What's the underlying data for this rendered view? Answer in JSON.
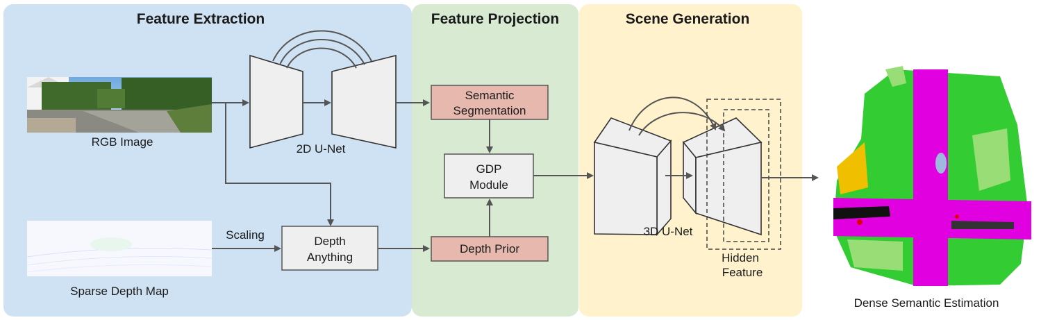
{
  "sections": {
    "feature_extraction": {
      "title": "Feature Extraction",
      "color": "#cfe2f3"
    },
    "feature_projection": {
      "title": "Feature Projection",
      "color": "#d9ead3"
    },
    "scene_generation": {
      "title": "Scene Generation",
      "color": "#fff2cc"
    }
  },
  "inputs": {
    "rgb_image": "RGB Image",
    "sparse_depth_map": "Sparse Depth Map"
  },
  "nodes": {
    "unet2d": "2D U-Net",
    "depth_anything": [
      "Depth",
      "Anything"
    ],
    "semantic_segmentation": [
      "Semantic",
      "Segmentation"
    ],
    "gdp_module": [
      "GDP",
      "Module"
    ],
    "depth_prior": "Depth Prior",
    "unet3d": "3D U-Net",
    "hidden_feature": [
      "Hidden",
      "Feature"
    ]
  },
  "edge_labels": {
    "scaling": "Scaling"
  },
  "output": {
    "label": "Dense Semantic Estimation"
  },
  "colors": {
    "highlight_box": "#e6b8ae",
    "plain_box": "#efefef",
    "road": "#e000e0",
    "vegetation": "#33cc33",
    "terrain": "#99dd77",
    "building": "#f0c000"
  }
}
